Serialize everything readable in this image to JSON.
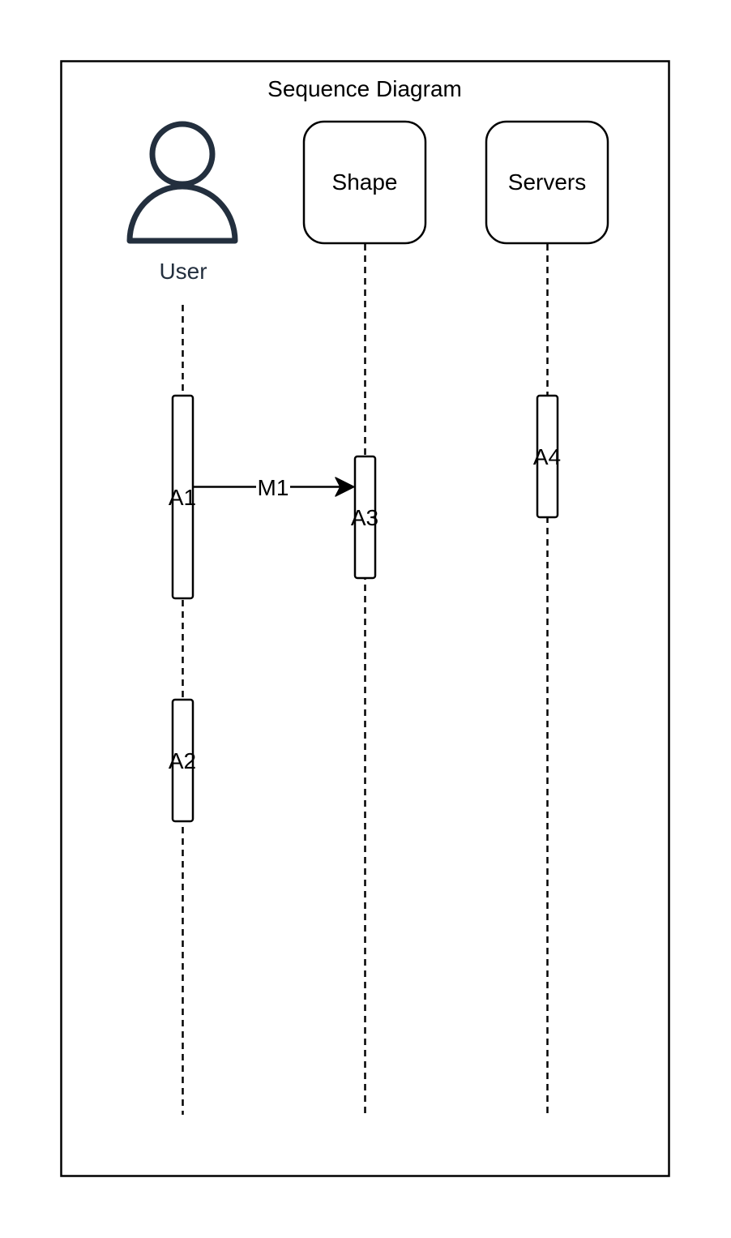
{
  "diagram": {
    "title": "Sequence Diagram",
    "participants": {
      "user": {
        "label": "User",
        "icon": "user-icon",
        "color": "#232F3E"
      },
      "shape": {
        "label": "Shape"
      },
      "servers": {
        "label": "Servers"
      }
    },
    "activations": {
      "a1": {
        "label": "A1"
      },
      "a2": {
        "label": "A2"
      },
      "a3": {
        "label": "A3"
      },
      "a4": {
        "label": "A4"
      }
    },
    "messages": {
      "m1": {
        "label": "M1",
        "from": "User",
        "to": "Shape"
      }
    }
  }
}
